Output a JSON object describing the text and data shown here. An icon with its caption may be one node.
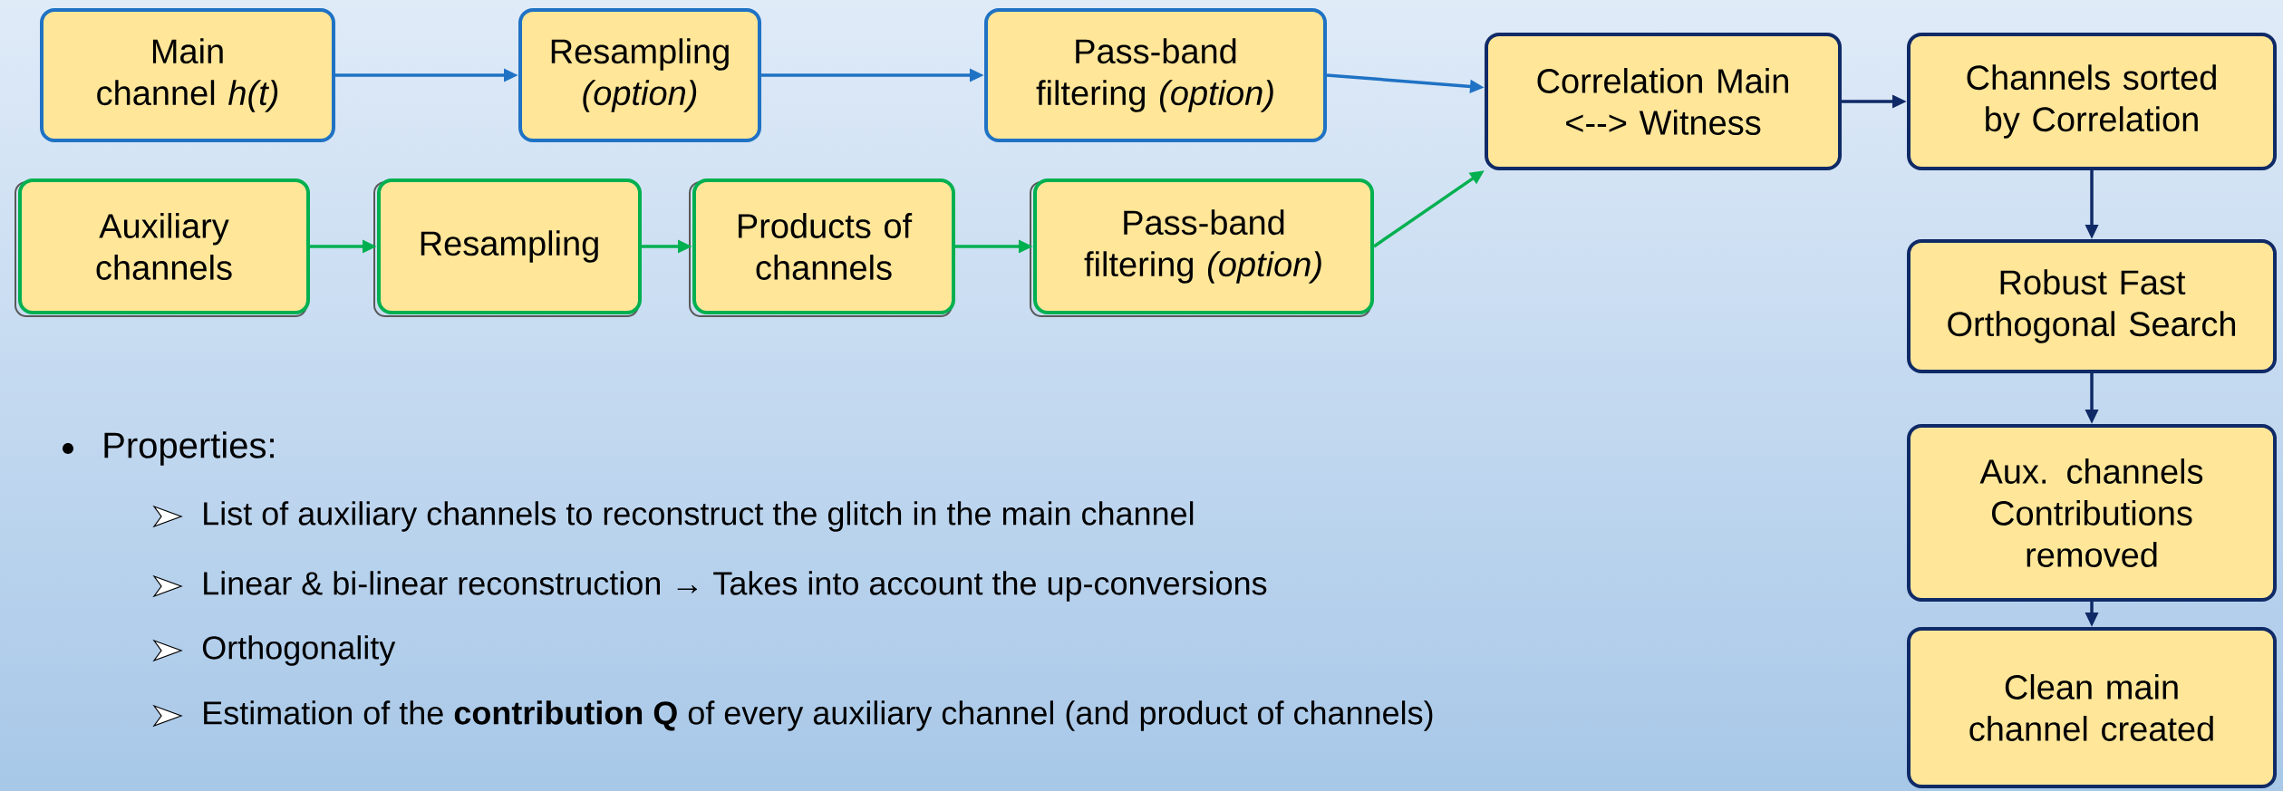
{
  "diagram": {
    "nodes": [
      {
        "text": [
          "Main channel *h(t)*"
        ]
      },
      {
        "text": [
          "Resampling *(option)*"
        ]
      },
      {
        "text": [
          "Pass-band filtering *(option)*"
        ]
      },
      {
        "text": [
          "Correlation Main <--> Witness"
        ]
      },
      {
        "text": [
          "Channels sorted by Correlation"
        ]
      },
      {
        "text": [
          "Auxiliary channels"
        ]
      },
      {
        "text": [
          "Resampling"
        ]
      },
      {
        "text": [
          "Products of channels"
        ]
      },
      {
        "text": [
          "Pass-band filtering *(option)*"
        ]
      },
      {
        "text": [
          "Robust Fast Orthogonal Search"
        ]
      },
      {
        "text": [
          "Aux. channels Contributions removed"
        ]
      },
      {
        "text": [
          "Clean main channel created"
        ]
      }
    ],
    "edges": [
      {
        "from": 0,
        "to": 1,
        "arrow": "to",
        "color": "#1f72c4"
      },
      {
        "from": 1,
        "to": 2,
        "arrow": "to",
        "color": "#1f72c4"
      },
      {
        "from": 2,
        "to": 3,
        "arrow": "to",
        "color": "#1f72c4"
      },
      {
        "from": 5,
        "to": 6,
        "arrow": "to",
        "color": "#00b050"
      },
      {
        "from": 6,
        "to": 7,
        "arrow": "to",
        "color": "#00b050"
      },
      {
        "from": 7,
        "to": 8,
        "arrow": "to",
        "color": "#00b050"
      },
      {
        "from": 8,
        "to": 3,
        "arrow": "to",
        "color": "#00b050"
      },
      {
        "from": 3,
        "to": 4,
        "arrow": "to",
        "color": "#0f2a66"
      },
      {
        "from": 4,
        "to": 9,
        "arrow": "to",
        "color": "#0f2a66"
      },
      {
        "from": 9,
        "to": 10,
        "arrow": "to",
        "color": "#0f2a66"
      },
      {
        "from": 10,
        "to": 11,
        "arrow": "to",
        "color": "#0f2a66"
      }
    ],
    "labels": [
      "Properties:",
      "List of auxiliary channels to reconstruct the glitch in the main channel",
      "Linear & bi-linear reconstruction → Takes into account the up-conversions",
      "Orthogonality",
      "Estimation of the **contribution Q** of every auxiliary channel (and product of channels)"
    ]
  }
}
